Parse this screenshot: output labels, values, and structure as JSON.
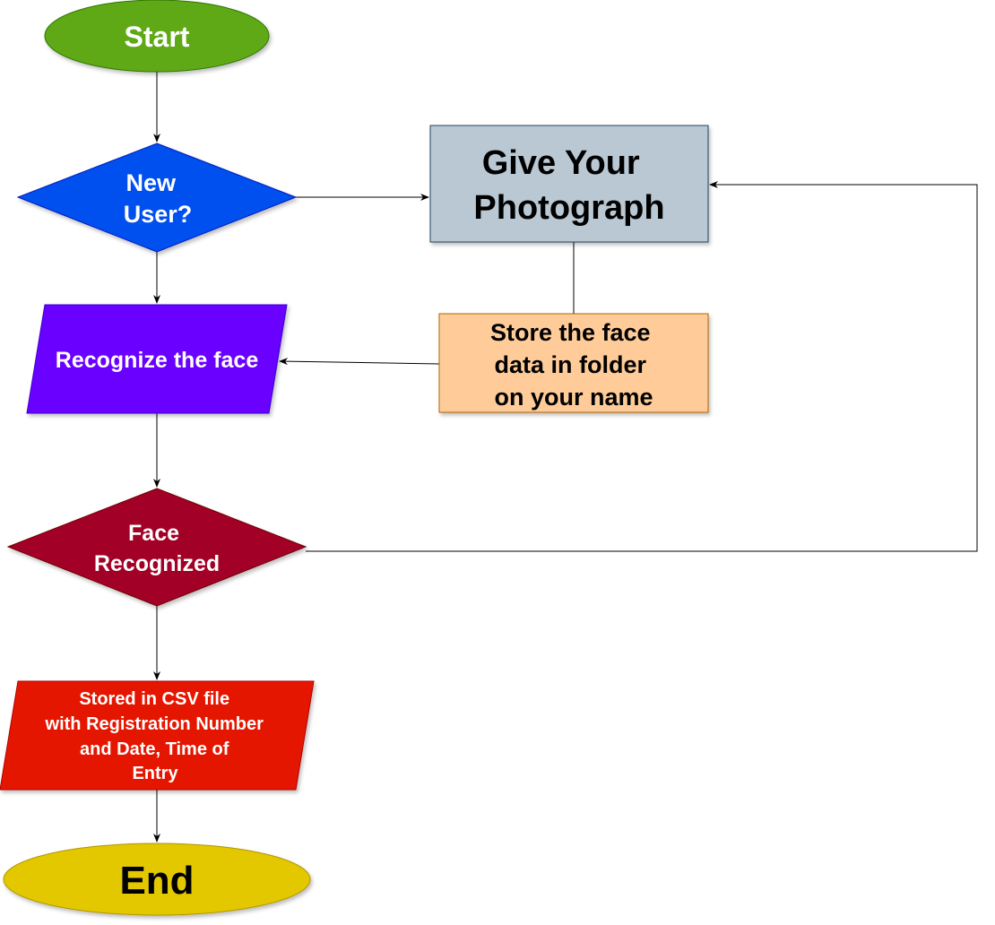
{
  "nodes": {
    "start": {
      "lines": [
        "Start"
      ],
      "fill": "#60a917",
      "text_color": "#ffffff"
    },
    "new_user": {
      "lines": [
        "New",
        "User?"
      ],
      "fill": "#0050ef",
      "text_color": "#ffffff"
    },
    "give_photo": {
      "lines": [
        "Give Your",
        "Photograph"
      ],
      "fill": "#bac8d3",
      "text_color": "#000000"
    },
    "recognize": {
      "lines": [
        "Recognize the face"
      ],
      "fill": "#6a00ff",
      "text_color": "#ffffff"
    },
    "store_face": {
      "lines": [
        "Store the face",
        "data in folder",
        "on your name"
      ],
      "fill": "#ffcc99",
      "text_color": "#000000"
    },
    "face_recognized": {
      "lines": [
        "Face",
        "Recognized"
      ],
      "fill": "#a20025",
      "text_color": "#ffffff"
    },
    "csv": {
      "lines": [
        "Stored in CSV file",
        "with Registration Number",
        "and Date, Time of",
        "Entry"
      ],
      "fill": "#e51400",
      "text_color": "#ffffff"
    },
    "end": {
      "lines": [
        "End"
      ],
      "fill": "#e3c800",
      "text_color": "#000000"
    }
  },
  "colors": {
    "connector": "#000000",
    "shape_stroke": "#666666"
  }
}
